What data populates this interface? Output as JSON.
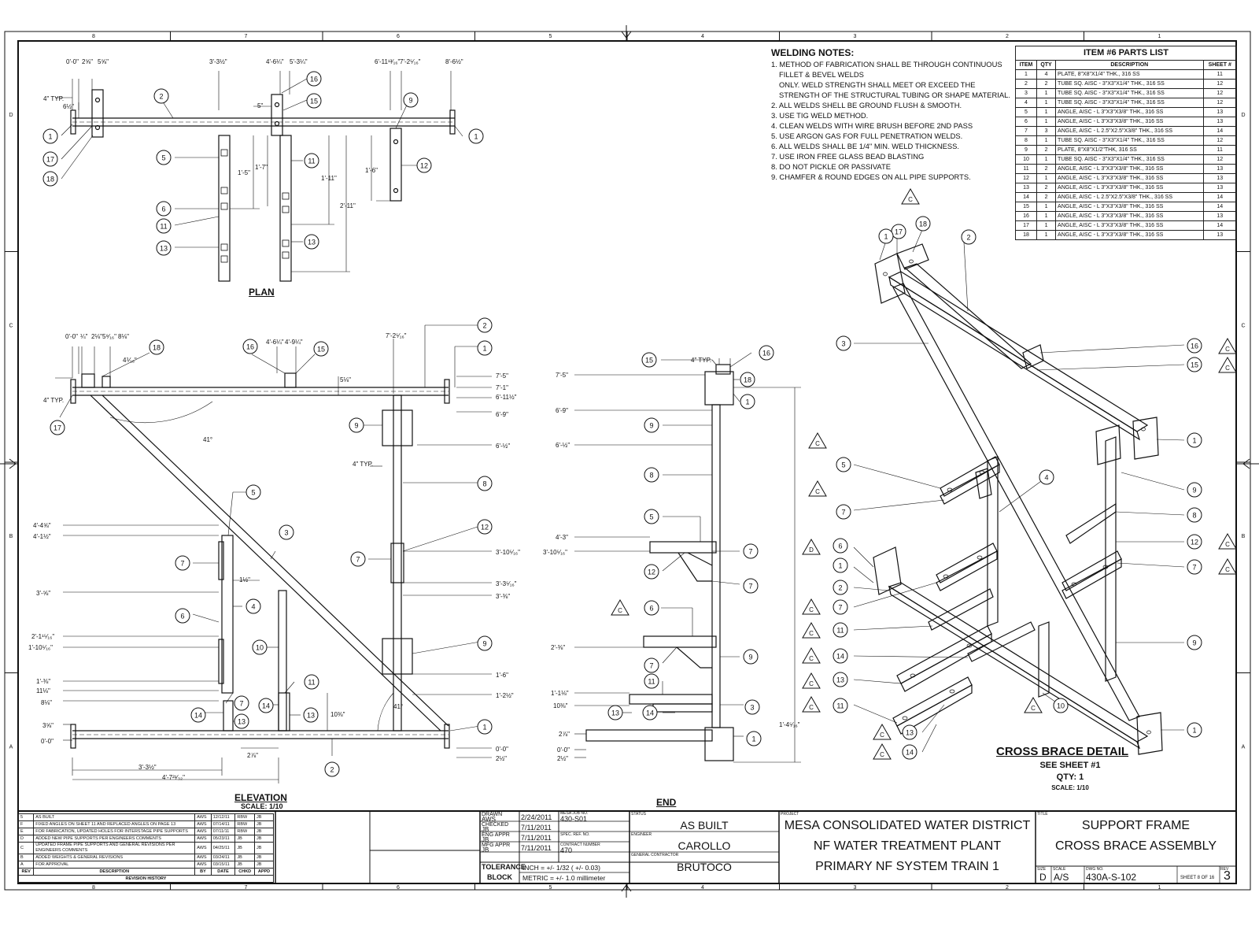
{
  "border": {
    "col_labels": [
      "8",
      "7",
      "6",
      "5",
      "4",
      "3",
      "2",
      "1"
    ],
    "row_labels": [
      "D",
      "C",
      "B",
      "A"
    ]
  },
  "welding_notes": {
    "title": "WELDING NOTES:",
    "lines": [
      "1. METHOD OF FABRICATION SHALL BE THROUGH CONTINUOUS",
      "FILLET & BEVEL WELDS",
      "ONLY.  WELD STRENGTH SHALL MEET OR EXCEED THE",
      "STRENGTH OF THE STRUCTURAL TUBING OR SHAPE MATERIAL.",
      "2. ALL WELDS SHELL BE GROUND FLUSH & SMOOTH.",
      "3. USE TIG WELD METHOD.",
      "4. CLEAN WELDS WITH WIRE BRUSH BEFORE 2ND PASS",
      "5. USE ARGON GAS FOR FULL PENETRATION WELDS.",
      "6. ALL WELDS SHALL BE 1/4\" MIN. WELD THICKNESS.",
      "7. USE IRON FREE GLASS BEAD BLASTING",
      "8. DO NOT PICKLE OR PASSIVATE",
      "9. CHAMFER & ROUND EDGES ON ALL PIPE SUPPORTS."
    ]
  },
  "parts_list": {
    "title": "ITEM #6 PARTS LIST",
    "headers": [
      "ITEM",
      "QTY",
      "DESCRIPTION",
      "SHEET #"
    ],
    "rows": [
      [
        "1",
        "4",
        "PLATE, 8\"X8\"X1/4\" THK., 316 SS",
        "11"
      ],
      [
        "2",
        "2",
        "TUBE SQ. AISC - 3\"X3\"X1/4\" THK., 316 SS",
        "12"
      ],
      [
        "3",
        "1",
        "TUBE SQ. AISC - 3\"X3\"X1/4\" THK., 316 SS",
        "12"
      ],
      [
        "4",
        "1",
        "TUBE SQ. AISC - 3\"X3\"X1/4\" THK., 316 SS",
        "12"
      ],
      [
        "5",
        "1",
        "ANGLE, AISC - L 3\"X3\"X3/8\" THK., 316 SS",
        "13"
      ],
      [
        "6",
        "1",
        "ANGLE, AISC - L 3\"X3\"X3/8\" THK., 316 SS",
        "13"
      ],
      [
        "7",
        "3",
        "ANGLE, AISC - L 2.5\"X2.5\"X3/8\" THK., 316 SS",
        "14"
      ],
      [
        "8",
        "1",
        "TUBE SQ. AISC - 3\"X3\"X1/4\" THK., 316 SS",
        "12"
      ],
      [
        "9",
        "2",
        "PLATE, 8\"X8\"X1/2\"THK, 316 SS",
        "11"
      ],
      [
        "10",
        "1",
        "TUBE SQ. AISC - 3\"X3\"X1/4\" THK., 316 SS",
        "12"
      ],
      [
        "11",
        "2",
        "ANGLE, AISC - L 3\"X3\"X3/8\" THK., 316 SS",
        "13"
      ],
      [
        "12",
        "1",
        "ANGLE, AISC - L 3\"X3\"X3/8\" THK., 316 SS",
        "13"
      ],
      [
        "13",
        "2",
        "ANGLE, AISC - L 3\"X3\"X3/8\" THK., 316 SS",
        "13"
      ],
      [
        "14",
        "2",
        "ANGLE, AISC - L 2.5\"X2.5\"X3/8\" THK., 316 SS",
        "14"
      ],
      [
        "15",
        "1",
        "ANGLE, AISC - L 3\"X3\"X3/8\" THK., 316 SS",
        "14"
      ],
      [
        "16",
        "1",
        "ANGLE, AISC - L 3\"X3\"X3/8\" THK., 316 SS",
        "13"
      ],
      [
        "17",
        "1",
        "ANGLE, AISC - L 3\"X3\"X3/8\" THK., 316 SS",
        "14"
      ],
      [
        "18",
        "1",
        "ANGLE, AISC - L 3\"X3\"X3/8\" THK., 316 SS",
        "13"
      ]
    ]
  },
  "views": {
    "plan": {
      "label": "PLAN"
    },
    "elevation": {
      "label": "ELEVATION",
      "scale": "SCALE: 1/10"
    },
    "end": {
      "label": "END"
    },
    "cross_brace": {
      "label": "CROSS BRACE DETAIL",
      "see": "SEE SHEET #1",
      "qty": "QTY: 1",
      "scale": "SCALE: 1/10"
    }
  },
  "plan_dims": [
    "0'-0\"",
    "2⅝\"",
    "5⅝\"",
    "3'-3½\"",
    "4'-6¼\"",
    "5'-3¼\"",
    "6'-11¹³⁄₁₆\"",
    "7'-2⁵⁄₁₆\"",
    "8'-6½\"",
    "4\" TYP.",
    "6½\"",
    "5\"",
    "1'-5\"",
    "1'-7\"",
    "1'-11\"",
    "2'-11\"",
    "1'-6\""
  ],
  "elevation_dims": [
    "0'-0\"",
    "¼\"",
    "2⅛\"",
    "5⁹⁄₁₆\"",
    "8⅛\"",
    "4⅟₁₆\"",
    "4'-6¼\"",
    "4'-9¼\"",
    "7'-2⁵⁄₁₆\"",
    "5⅛\"",
    "7'-5\"",
    "7'-1\"",
    "6'-11½\"",
    "6'-9\"",
    "6'-½\"",
    "4\" TYP.",
    "4\" TYP.",
    "41°",
    "41°",
    "4'-4⅝\"",
    "4'-1½\"",
    "1½\"",
    "3'-⅝\"",
    "2'-1¹⁵⁄₁₆\"",
    "1'-10⁵⁄₁₆\"",
    "1'-⅜\"",
    "11⅛\"",
    "8⅛\"",
    "3⅝\"",
    "0'-0\"",
    "10⅜\"",
    "2⅞\"",
    "3'-3½\"",
    "4'-7²¹⁄₃₂\"",
    "3'-10⁵⁄₁₆\"",
    "3'-3⁵⁄₁₆\"",
    "3'-⅜\"",
    "1'-6\"",
    "1'-2½\"",
    "0'-0\"",
    "2½\""
  ],
  "end_dims": [
    "4\" TYP.",
    "7'-5\"",
    "6'-9\"",
    "6'-½\"",
    "4'-3\"",
    "3'-10⁵⁄₁₆\"",
    "2'-⅜\"",
    "1'-1⅛\"",
    "10⅜\"",
    "2⅞\"",
    "0'-0\"",
    "2½\"",
    "1'-4⁵⁄₁₆\""
  ],
  "balloons": {
    "plan": [
      "1",
      "17",
      "18",
      "2",
      "5",
      "6",
      "11",
      "13",
      "16",
      "15",
      "11",
      "13",
      "9",
      "12",
      "1"
    ],
    "elev": [
      "18",
      "16",
      "15",
      "2",
      "1",
      "17",
      "9",
      "8",
      "5",
      "3",
      "12",
      "7",
      "4",
      "6",
      "7",
      "10",
      "9",
      "11",
      "14",
      "13",
      "7",
      "13",
      "14",
      "1",
      "2"
    ],
    "end": [
      "15",
      "16",
      "18",
      "1",
      "9",
      "8",
      "5",
      "7",
      "12",
      "7",
      "6",
      "9",
      "7",
      "11",
      "14",
      "13",
      "3",
      "1"
    ],
    "cbd": [
      "17",
      "18",
      "1",
      "2",
      "3",
      "16",
      "15",
      "1",
      "9",
      "8",
      "5",
      "7",
      "4",
      "12",
      "7",
      "6",
      "1",
      "2",
      "7",
      "11",
      "14",
      "13",
      "11",
      "10",
      "9",
      "13",
      "14",
      "1"
    ]
  },
  "weld_symbols": {
    "c": "C",
    "d": "D"
  },
  "revision_history": {
    "title": "REVISION HISTORY",
    "headers": [
      "REV",
      "DESCRIPTION",
      "BY",
      "DATE",
      "CHKD",
      "APPD"
    ],
    "rows": [
      [
        "5",
        "AS BUILT",
        "AWS",
        "12/12/11",
        "RBW",
        "JB"
      ],
      [
        "F",
        "FIXED ANGLES ON SHEET 11 AND REPLACED ANGLES ON PAGE 13",
        "AWS",
        "07/14/11",
        "RBW",
        "JB"
      ],
      [
        "E",
        "FOR FABRICATION, UPDATED HOLES FOR INTERSTAGE PIPE SUPPORTS",
        "AWS",
        "07/11/11",
        "RBW",
        "JB"
      ],
      [
        "D",
        "ADDED NEW PIPE SUPPORTS PER ENGINEERS COMMENTS",
        "AWS",
        "05/23/11",
        "JB",
        "JB"
      ],
      [
        "C",
        "UPDATED FRAME PIPE SUPPORTS AND GENERAL REVISIONS PER ENGINEERS COMMENTS",
        "AWS",
        "04/25/11",
        "JB",
        "JB"
      ],
      [
        "B",
        "ADDED WEIGHTS & GENERAL REVISIONS",
        "AWS",
        "03/24/11",
        "JB",
        "JB"
      ],
      [
        "A",
        "FOR APPROVAL",
        "AWS",
        "03/15/11",
        "JB",
        "JB"
      ]
    ]
  },
  "title_block": {
    "drawn_label": "DRAWN",
    "drawn_by": "AWS",
    "drawn_date": "2/24/2011",
    "checked_label": "CHECKED",
    "checked_by": "JB",
    "checked_date": "7/11/2011",
    "eng_label": "ENG APPR",
    "eng_by": "JB",
    "eng_date": "7/11/2011",
    "mfg_label": "MFG APPR",
    "mfg_by": "JB",
    "mfg_date": "7/11/2011",
    "job_label": "MESA JOB NO.",
    "job_no": "430-S01",
    "spec_label": "SPEC. REF. NO.",
    "contract_label": "CONTRACT NUMBER",
    "contract_no": "470",
    "tolerance_1": "TOLERANCE",
    "tolerance_2": "BLOCK",
    "inch_tol": "INCH = +/- 1/32 ( +/- 0.03)",
    "metric_tol": "METRIC = +/- 1.0 millimeter",
    "status_label": "STATUS",
    "status": "AS BUILT",
    "engineer_label": "ENGINEER",
    "engineer": "CAROLLO",
    "gc_label": "GENERAL CONTRACTOR",
    "gc": "BRUTOCO",
    "project_label": "PROJECT",
    "project_1": "MESA CONSOLIDATED WATER DISTRICT",
    "project_2": "NF WATER TREATMENT PLANT",
    "project_3": "PRIMARY NF SYSTEM TRAIN 1",
    "title_label": "TITLE",
    "title_1": "SUPPORT FRAME",
    "title_2": "CROSS BRACE ASSEMBLY",
    "size_label": "SIZE",
    "size": "D",
    "scale_label": "SCALE",
    "scale": "A/S",
    "dwg_label": "DWG NO.",
    "dwg_no": "430A-S-102",
    "sheet": "SHEET 8 OF 16",
    "rev_label": "REV",
    "rev": "3"
  }
}
